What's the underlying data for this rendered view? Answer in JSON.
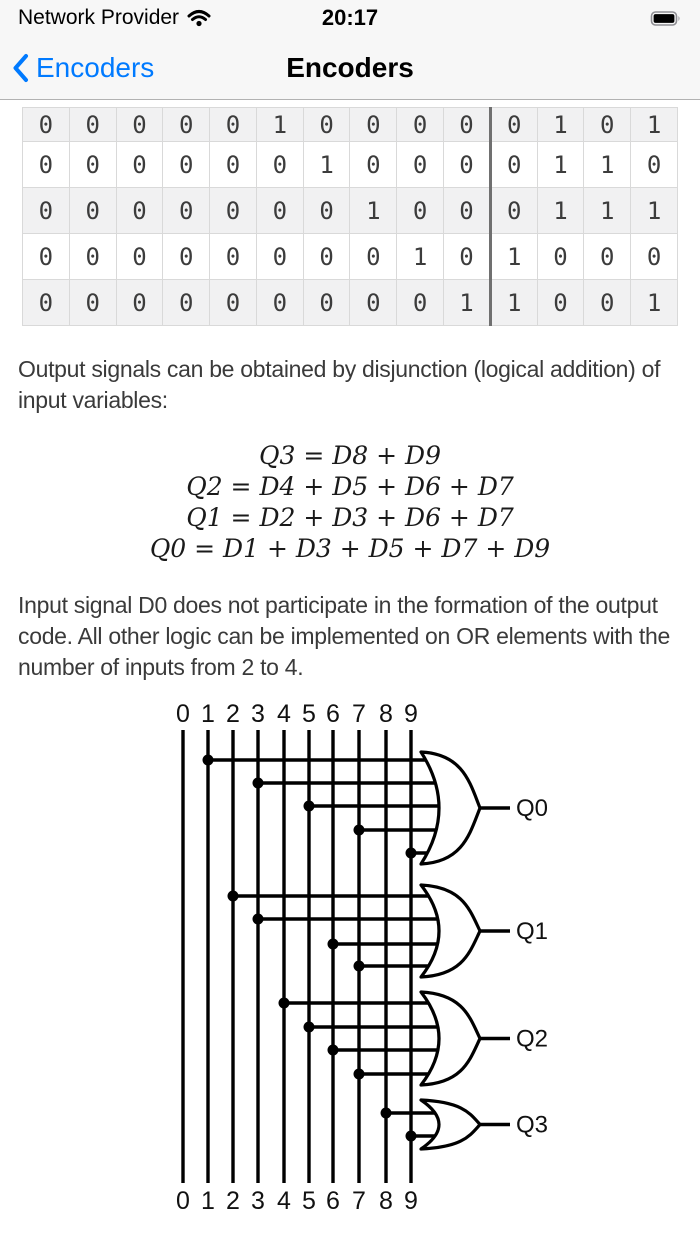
{
  "status_bar": {
    "carrier": "Network Provider",
    "time": "20:17",
    "wifi_icon": "wifi",
    "battery_icon": "battery-full"
  },
  "nav_bar": {
    "back_chevron_icon": "chevron-left",
    "back_label": "Encoders",
    "title": "Encoders"
  },
  "truth_table": {
    "input_columns": 10,
    "output_columns": 4,
    "rows": [
      [
        "0",
        "0",
        "0",
        "0",
        "0",
        "1",
        "0",
        "0",
        "0",
        "0",
        "0",
        "1",
        "0",
        "1"
      ],
      [
        "0",
        "0",
        "0",
        "0",
        "0",
        "0",
        "1",
        "0",
        "0",
        "0",
        "0",
        "1",
        "1",
        "0"
      ],
      [
        "0",
        "0",
        "0",
        "0",
        "0",
        "0",
        "0",
        "1",
        "0",
        "0",
        "0",
        "1",
        "1",
        "1"
      ],
      [
        "0",
        "0",
        "0",
        "0",
        "0",
        "0",
        "0",
        "0",
        "1",
        "0",
        "1",
        "0",
        "0",
        "0"
      ],
      [
        "0",
        "0",
        "0",
        "0",
        "0",
        "0",
        "0",
        "0",
        "0",
        "1",
        "1",
        "0",
        "0",
        "1"
      ]
    ]
  },
  "paragraphs": {
    "p1": "Output signals can be obtained by disjunction (logical addition) of input variables:",
    "p2": "Input signal D0 does not participate in the formation of the output code. All other logic can be implemented on OR elements with the number of inputs from 2 to 4."
  },
  "equations": [
    "Q3 = D8 + D9",
    "Q2 = D4 + D5 + D6 + D7",
    "Q1 = D2 + D3 + D6 + D7",
    "Q0 = D1 + D3 + D5 + D7 + D9"
  ],
  "diagram": {
    "type": "logic-circuit",
    "input_labels_top": [
      "0",
      "1",
      "2",
      "3",
      "4",
      "5",
      "6",
      "7",
      "8",
      "9"
    ],
    "input_labels_bottom": [
      "0",
      "1",
      "2",
      "3",
      "4",
      "5",
      "6",
      "7",
      "8",
      "9"
    ],
    "gates": [
      {
        "name": "Q0",
        "type": "or",
        "inputs": [
          1,
          3,
          5,
          7,
          9
        ]
      },
      {
        "name": "Q1",
        "type": "or",
        "inputs": [
          2,
          3,
          6,
          7
        ]
      },
      {
        "name": "Q2",
        "type": "or",
        "inputs": [
          4,
          5,
          6,
          7
        ]
      },
      {
        "name": "Q3",
        "type": "or",
        "inputs": [
          8,
          9
        ]
      }
    ]
  },
  "colors": {
    "accent": "#007aff",
    "bar_background": "#f7f7f7",
    "table_alt_row": "#f1f1f2",
    "table_divider": "#707070",
    "body_text": "#3a3a3a",
    "wire": "#000000"
  }
}
